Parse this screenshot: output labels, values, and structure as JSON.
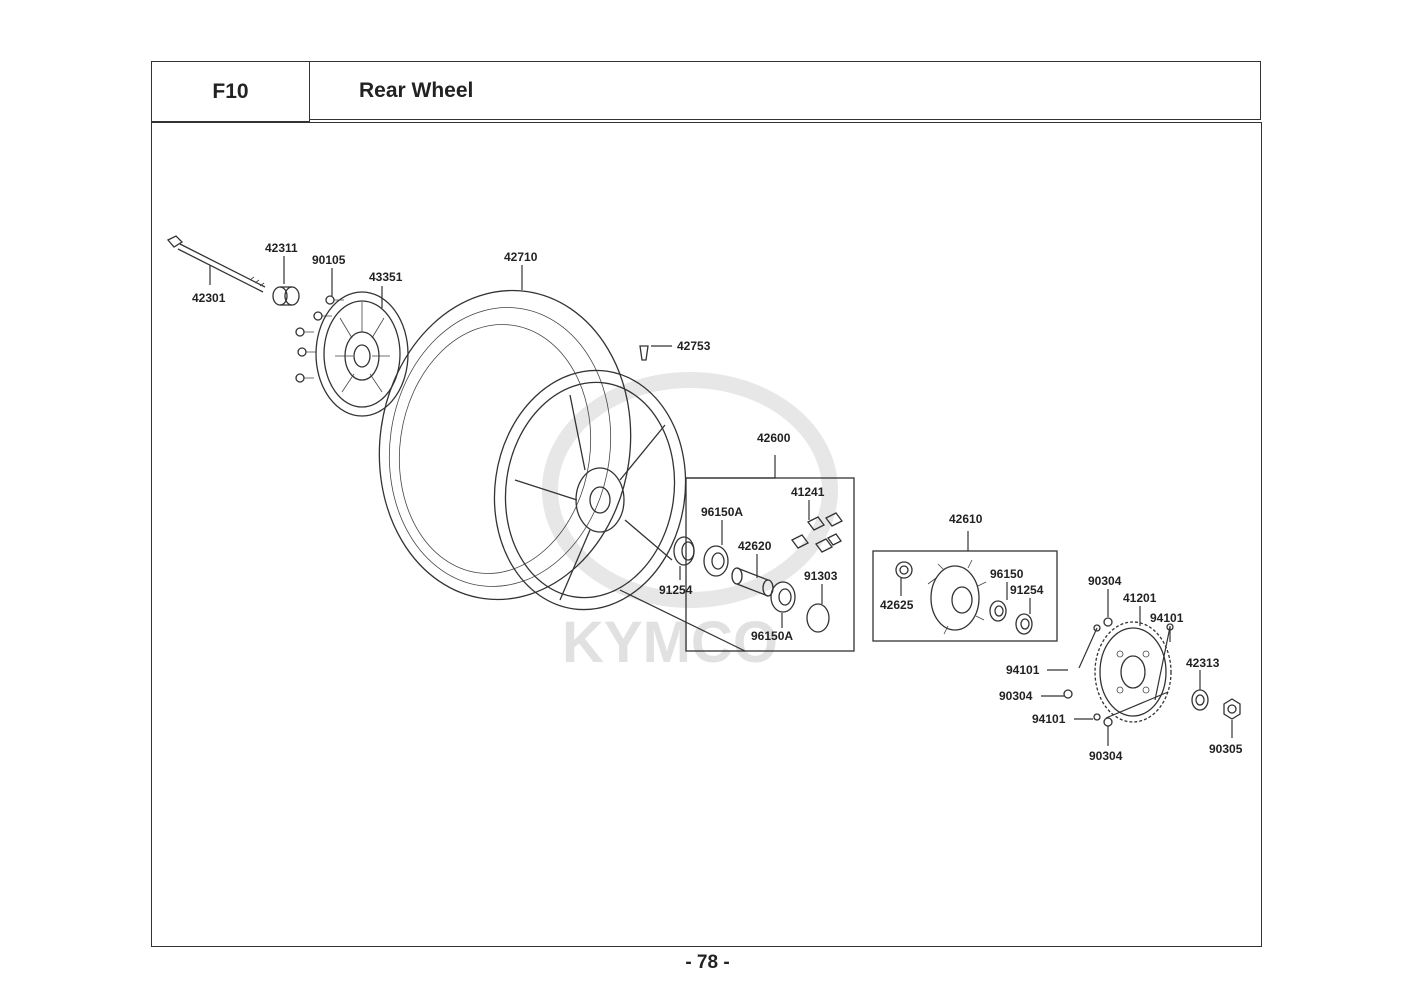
{
  "header": {
    "code": "F10",
    "title": "Rear Wheel"
  },
  "watermark": "KYMCO",
  "page_number": "- 78 -",
  "callouts": {
    "c42301": "42301",
    "c42311": "42311",
    "c90105": "90105",
    "c43351": "43351",
    "c42710": "42710",
    "c42753": "42753",
    "c42600": "42600",
    "c41241": "41241",
    "c96150A_1": "96150A",
    "c42620": "42620",
    "c91254_1": "91254",
    "c91303": "91303",
    "c96150A_2": "96150A",
    "c42610": "42610",
    "c42625": "42625",
    "c96150": "96150",
    "c91254_2": "91254",
    "c90304_1": "90304",
    "c41201": "41201",
    "c94101_1": "94101",
    "c94101_2": "94101",
    "c42313": "42313",
    "c90304_2": "90304",
    "c94101_3": "94101",
    "c90304_3": "90304",
    "c90305": "90305"
  }
}
